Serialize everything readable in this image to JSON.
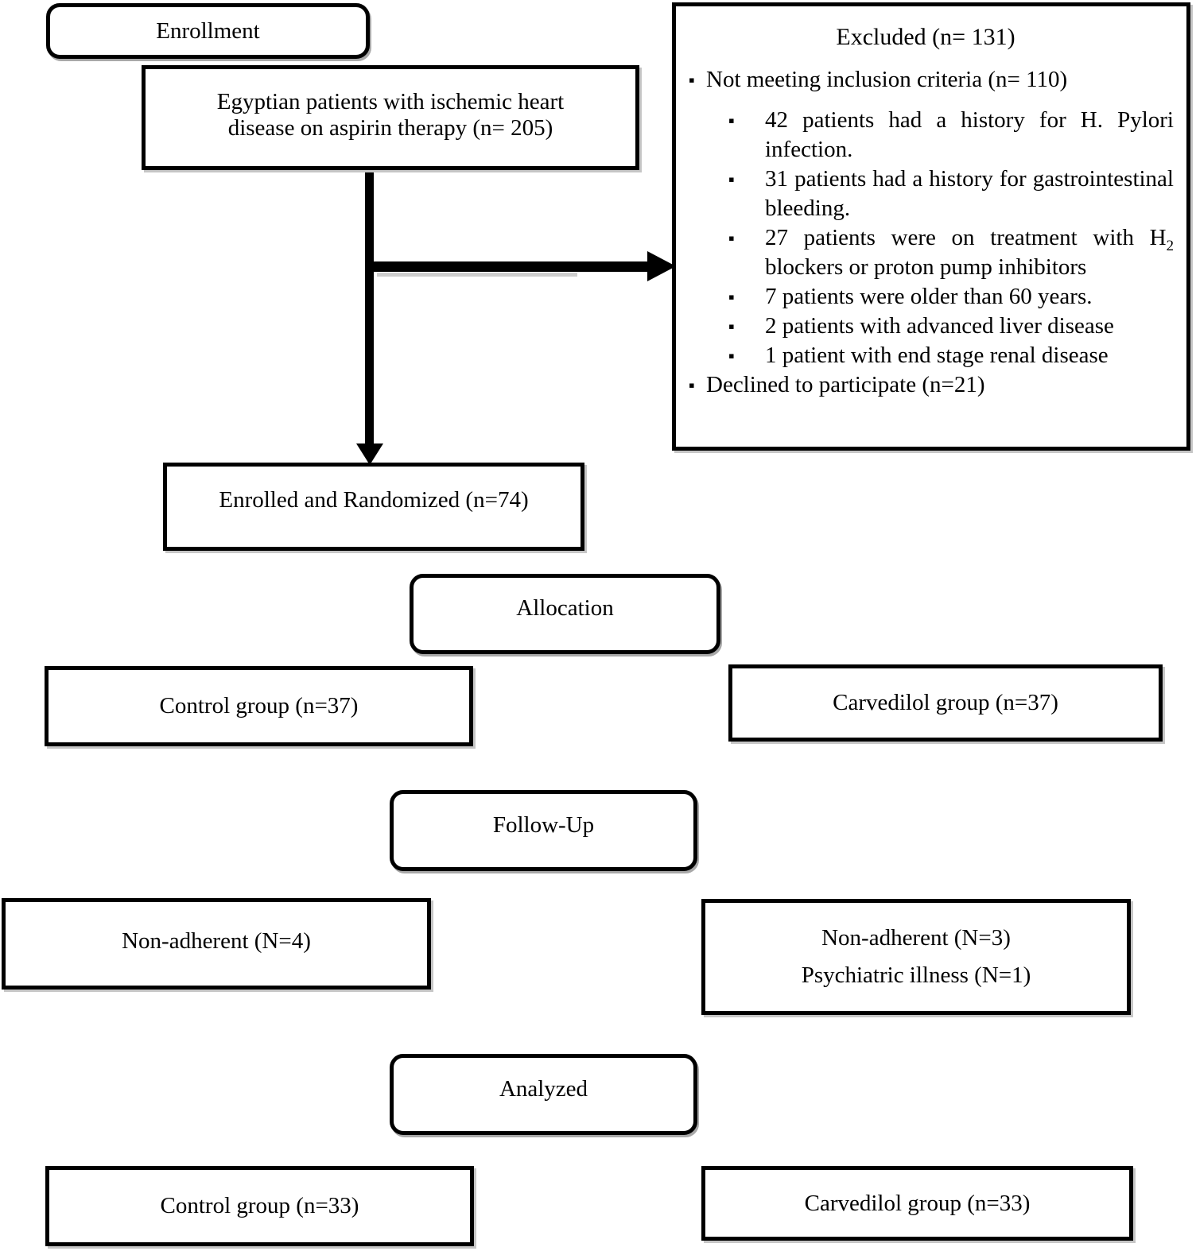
{
  "flow": {
    "enrollment": "Enrollment",
    "population": "Egyptian patients with ischemic heart disease on aspirin therapy (n= 205)",
    "excluded": {
      "title": "Excluded (n= 131)",
      "bullet": "▪",
      "not_meeting": "Not meeting inclusion criteria (n= 110)",
      "reasons": [
        "42 patients had a history for H. Pylori infection.",
        "31 patients had a history for gastrointestinal bleeding.",
        {
          "pre": "27 patients were on treatment with H",
          "sub": "2",
          "post": " blockers or proton pump inhibitors"
        },
        "7 patients were older than 60 years.",
        "2 patients with advanced liver disease",
        "1 patient with end stage renal disease"
      ],
      "declined": "Declined to participate (n=21)"
    },
    "enrolled": "Enrolled and Randomized (n=74)",
    "allocation": "Allocation",
    "control_37": "Control group (n=37)",
    "carvedilol_37": "Carvedilol group (n=37)",
    "follow_up": "Follow-Up",
    "non_adherent_left": "Non-adherent (N=4)",
    "non_adherent_right_line1": "Non-adherent (N=3)",
    "non_adherent_right_line2": "Psychiatric illness (N=1)",
    "analyzed": "Analyzed",
    "control_33": "Control group (n=33)",
    "carvedilol_33": "Carvedilol group (n=33)"
  },
  "colors": {
    "ink": "#000000",
    "background": "#ffffff",
    "box_shadow": "#c6c6c6"
  }
}
